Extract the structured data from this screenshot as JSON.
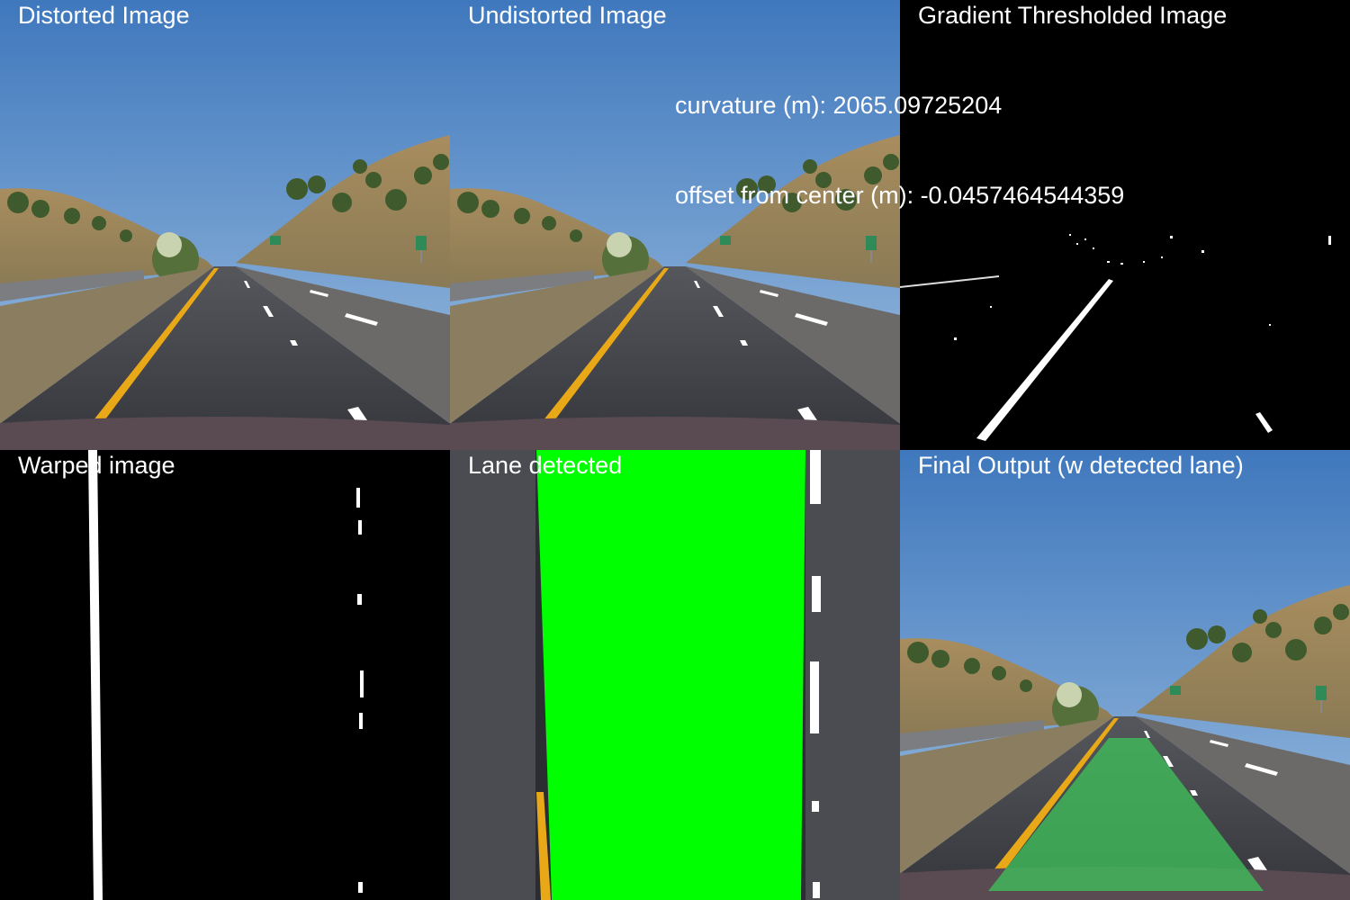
{
  "panels": [
    {
      "title": "Distorted Image"
    },
    {
      "title": "Undistorted Image"
    },
    {
      "title": "Gradient Thresholded Image"
    },
    {
      "title": "Warped image"
    },
    {
      "title": "Lane detected"
    },
    {
      "title": "Final Output (w detected lane)"
    }
  ],
  "metrics": {
    "curvature": "curvature (m): 2065.09725204",
    "offset": "offset from center (m): -0.0457464544359"
  },
  "colors": {
    "sky": "#4a7fc0",
    "road": "#3a3c42",
    "yellow_line": "#e9a817",
    "lane_fill": "#00ff00",
    "lane_overlay": "#3fbf5a"
  }
}
